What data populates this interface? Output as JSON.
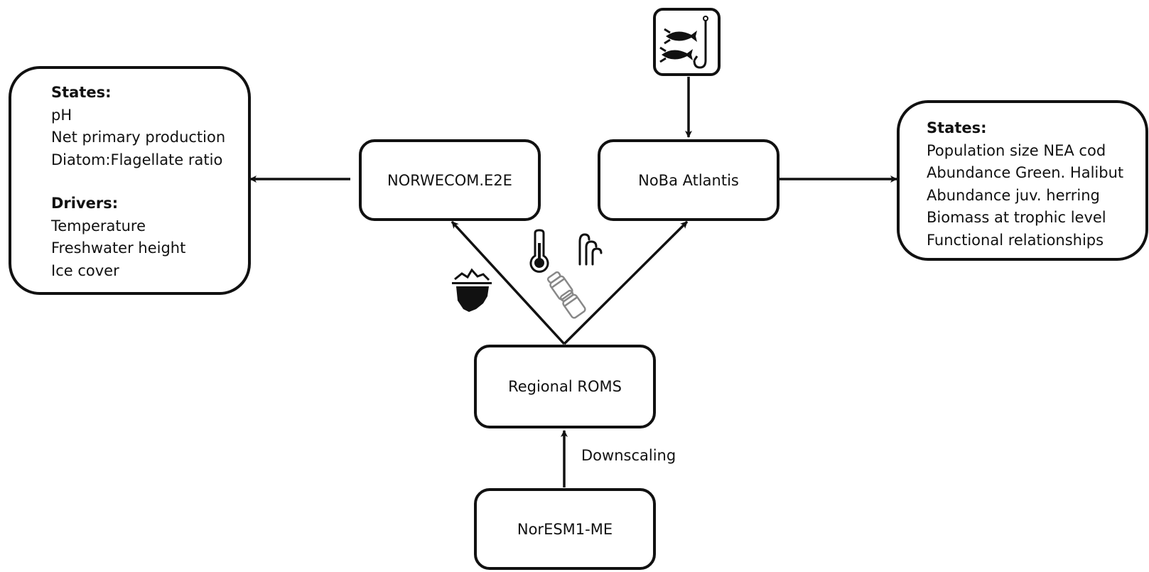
{
  "left_panel": {
    "states_heading": "States:",
    "states": [
      "pH",
      "Net primary production",
      "Diatom:Flagellate ratio"
    ],
    "drivers_heading": "Drivers:",
    "drivers": [
      "Temperature",
      "Freshwater height",
      "Ice cover"
    ]
  },
  "right_panel": {
    "states_heading": "States:",
    "states": [
      "Population size NEA cod",
      "Abundance Green. Halibut",
      "Abundance juv. herring",
      "Biomass at trophic level",
      "Functional relationships"
    ]
  },
  "models": {
    "norwecom": "NORWECOM.E2E",
    "noba": "NoBa Atlantis",
    "roms": "Regional ROMS",
    "noresm": "NorESM1-ME"
  },
  "edges": {
    "downscaling": "Downscaling"
  },
  "icons": {
    "fishing": "fish-and-hook-icon",
    "ice": "iceberg-icon",
    "temperature": "thermometer-icon",
    "wind": "wind-icon",
    "salinity": "salt-shaker-icon"
  }
}
